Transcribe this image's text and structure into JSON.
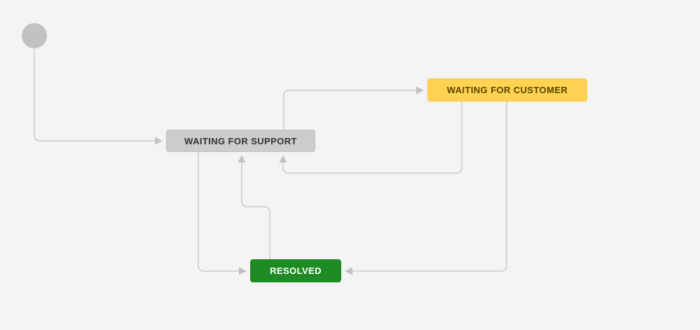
{
  "workflow": {
    "background_color": "#F4F4F4",
    "connector_color": "#CBCBCB",
    "start_node": {
      "shape": "circle",
      "color": "#C2C2C2"
    },
    "statuses": [
      {
        "label": "WAITING FOR SUPPORT",
        "category": "gray",
        "bg_color": "#CCCCCC",
        "text_color": "#333333"
      },
      {
        "label": "WAITING FOR CUSTOMER",
        "category": "yellow",
        "bg_color": "#FFD351",
        "text_color": "#594300"
      },
      {
        "label": "RESOLVED",
        "category": "green",
        "bg_color": "#1F8B24",
        "text_color": "#FFFFFF"
      }
    ],
    "transitions": [
      {
        "from": "start",
        "to": "WAITING FOR SUPPORT"
      },
      {
        "from": "WAITING FOR SUPPORT",
        "to": "WAITING FOR CUSTOMER"
      },
      {
        "from": "WAITING FOR CUSTOMER",
        "to": "WAITING FOR SUPPORT"
      },
      {
        "from": "WAITING FOR SUPPORT",
        "to": "RESOLVED"
      },
      {
        "from": "WAITING FOR CUSTOMER",
        "to": "RESOLVED"
      },
      {
        "from": "RESOLVED",
        "to": "WAITING FOR SUPPORT"
      }
    ]
  }
}
